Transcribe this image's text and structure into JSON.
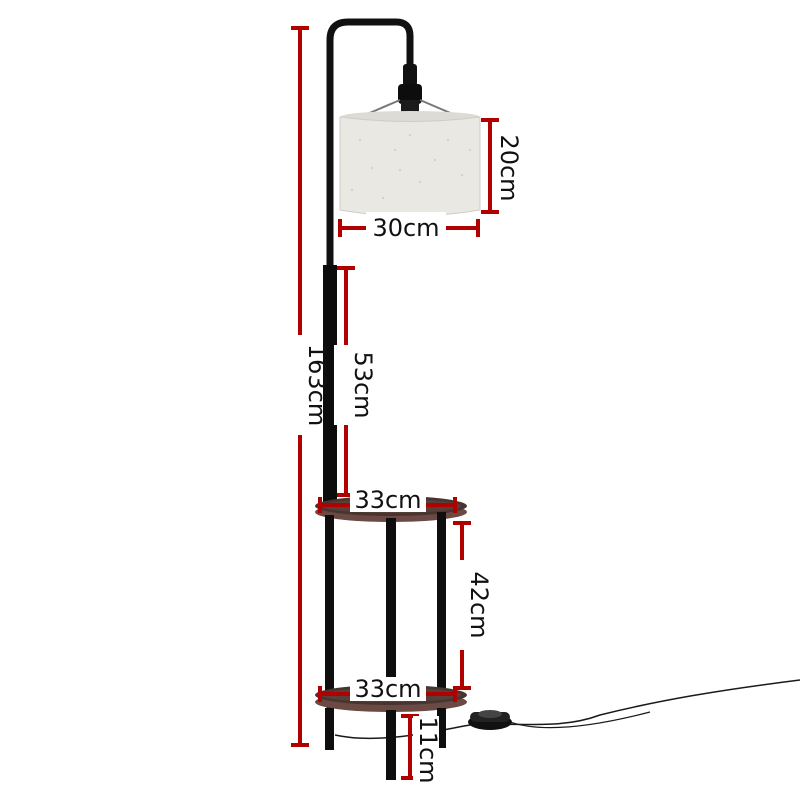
{
  "dimensions": {
    "total_height": "163cm",
    "shade_height": "20cm",
    "shade_width": "30cm",
    "pole_above_table": "53cm",
    "top_table_width": "33cm",
    "table_gap_height": "42cm",
    "bottom_table_width": "33cm",
    "leg_height": "11cm"
  },
  "colors": {
    "dimension_line": "#b10000",
    "lamp_metal": "#111111",
    "shade_fabric": "#e9e8e2",
    "table_wood_top": "#4a3430",
    "table_wood_edge": "#6b4a44",
    "background": "#ffffff"
  }
}
